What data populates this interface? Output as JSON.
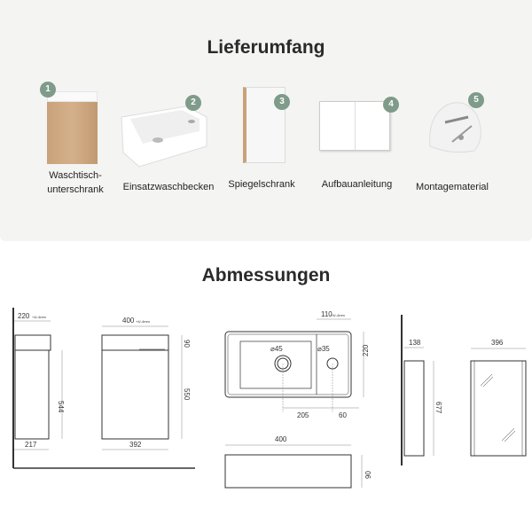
{
  "delivery": {
    "title": "Lieferumfang",
    "items": [
      {
        "number": "1",
        "label_line1": "Waschtisch-",
        "label_line2": "unterschrank"
      },
      {
        "number": "2",
        "label": "Einsatzwaschbecken"
      },
      {
        "number": "3",
        "label": "Spiegelschrank"
      },
      {
        "number": "4",
        "label": "Aufbauanleitung"
      },
      {
        "number": "5",
        "label": "Montagematerial"
      }
    ]
  },
  "dimensions": {
    "title": "Abmessungen",
    "cabinet_side": {
      "depth_top": "220",
      "depth_bottom": "217",
      "height": "544",
      "tolerance": "+4/-4mm"
    },
    "cabinet_front": {
      "width_top": "400",
      "width_bottom": "392",
      "top_height": "90",
      "height": "550",
      "tolerance": "+4/-4mm"
    },
    "basin_top": {
      "tap_offset": "110",
      "hole_main": "⌀45",
      "hole_tap": "⌀35",
      "depth": "220",
      "drain_to_tap": "205",
      "tap_to_edge": "60",
      "tolerance": "+4/-4mm"
    },
    "basin_front": {
      "width": "400",
      "height": "90",
      "tolerance": "+4/-4mm"
    },
    "mirror_side": {
      "depth": "138",
      "height": "677"
    },
    "mirror_front": {
      "width": "396"
    }
  },
  "colors": {
    "badge": "#7f9b8a",
    "panel": "#f4f4f3"
  }
}
